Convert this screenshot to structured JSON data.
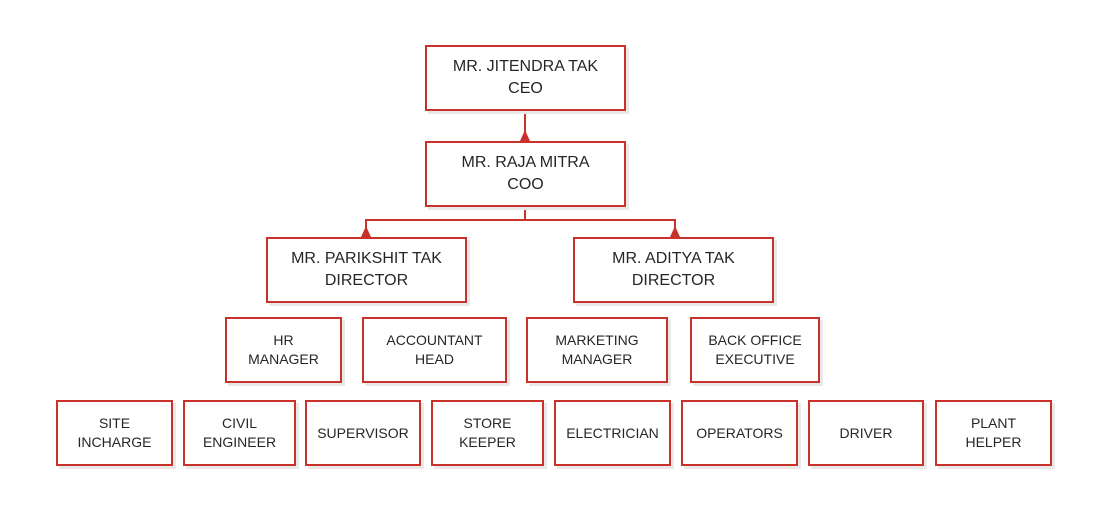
{
  "org_chart": {
    "ceo": {
      "name": "MR. JITENDRA TAK",
      "role": "CEO"
    },
    "coo": {
      "name": "MR. RAJA MITRA",
      "role": "COO"
    },
    "directors": [
      {
        "name": "MR. PARIKSHIT TAK",
        "role": "DIRECTOR"
      },
      {
        "name": "MR. ADITYA TAK",
        "role": "DIRECTOR"
      }
    ],
    "managers": [
      {
        "line1": "HR",
        "line2": "MANAGER"
      },
      {
        "line1": "ACCOUNTANT",
        "line2": "HEAD"
      },
      {
        "line1": "MARKETING",
        "line2": "MANAGER"
      },
      {
        "line1": "BACK OFFICE",
        "line2": "EXECUTIVE"
      }
    ],
    "staff": [
      {
        "line1": "SITE",
        "line2": "INCHARGE"
      },
      {
        "line1": "CIVIL",
        "line2": "ENGINEER"
      },
      {
        "line1": "SUPERVISOR",
        "line2": ""
      },
      {
        "line1": "STORE",
        "line2": "KEEPER"
      },
      {
        "line1": "ELECTRICIAN",
        "line2": ""
      },
      {
        "line1": "OPERATORS",
        "line2": ""
      },
      {
        "line1": "DRIVER",
        "line2": ""
      },
      {
        "line1": "PLANT",
        "line2": "HELPER"
      }
    ]
  },
  "colors": {
    "accent": "#c8322b",
    "text": "#262626",
    "shadow": "#e9e9e9"
  }
}
